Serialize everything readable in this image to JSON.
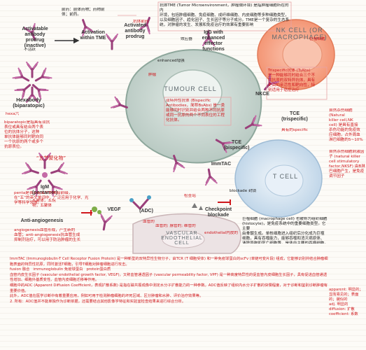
{
  "labels": {
    "activatable_prodrug": "Activatable\nantibody\nprodrug\n(inactive)",
    "activation_tme": "Activation\nwithin TME",
    "activated_prodrug": "Activated\nantibody\nprodrug",
    "igg_enhanced": "IgG with\nenhanced\neffector\nfunctions",
    "nk_cell": "NK CELL (OR\nMACROPHAGE)",
    "tumour_cell": "TUMOUR CELL",
    "hexabody": "Hexabody\n(biparatopic)",
    "nkce": "NKCE",
    "tce_trispecific": "TCE\n(trispecific)",
    "tce_bispecific": "TCE\n(bispecific)",
    "immtac": "ImmTAC",
    "t_cell": "T CELL",
    "five_chain": "“五节聚化物”",
    "igm_pentamer": "IgM\n(pentamer)",
    "vegf": "VEGF",
    "adc": "(ADC)",
    "checkpoint_blockade": "Checkpoint\nblockade",
    "anti_angiogenesis": "Anti-angiogenesis",
    "vascular_endothelial": "VASCULAR\nENDOTHELIAL\nCELL"
  },
  "annotations": {
    "top_left_zh": "前药：前体药物；药物前\n体；前药。",
    "inactive_zh": "不活跃",
    "antibody_prodrug_zh": "抗体前药",
    "effect_zh": "效应器",
    "enhanced_zh": "enhanced增强",
    "tumour_zh": "肿瘤",
    "hexa_zh": "hexa六",
    "tme_zh": "抗体TME (Tumor Microenvironment，肿瘤微环境) 是指肿瘤细胞所在的内\n环境，包括肿瘤细胞、免疫细胞、成纤维细胞、内皮细胞等多种细胞类型，\n以及细胞因子、趋化因子、生长因子等分子成分。TME是一个复杂的生态系\n统，对肿瘤的发生、发展和免疫治疗的效果有重要影响",
    "macrophage_zh": "巨噬细胞",
    "trispecific_zh": "Trispecific抗体 (TsAbs)\n是一种能够同时结合三个不\n同抗原的双特异抗体，具有\n更高的亲活性和靶向性，特\n别适用于癌症治疗",
    "bispecific_zh": "双特异性抗体 (Bispecific\nAntibodies，简称BsAbs) 是一类\n能够同时识别并结合两种不同抗原\n或同一抗原的两个不同表位的工程\n化抗体。",
    "natural_killer_zh": "自然杀伤细胞\n(Natural\nkiller cell,NK\ncell) 是具有直接\n杀伤功能的免疫效\n应细胞，占外周血\n淋巴细胞的5~10%",
    "specific_zh": "具有的specific",
    "nk_factor_zh": "自然杀伤细胞刺激因\n子 (natural killer\ncell stimulatory\nfactor,NKSF) 由B淋\n巴细胞产生，是免疫\n调节因子",
    "biparatopic_zh": "biparatopic是指具有双抗\n表位或具有结合两个表\n位的抗体分子，这种\n单抗体能够同时靶向同\n一个抗原的两个或多个\n抗原表位。",
    "pentamer_zh": "五聚体，五烷\n物，五聚体",
    "penta_zh": "penta是表示有五个的希腊前缀，\n在“五”的英文单词中，广泛应用于化学、光\n学等科学领域。",
    "blockade_zh": "blockade 封锁",
    "checkpoint_zh": "检查站",
    "macrophage_def_zh": "巨噬细胞 (macrophage cell) 也被称为组织细胞\n(histocyte)，是免疫系统中的重要细胞类型。它主要\n由骨髓生成。单核细胞进入组织后分化成为巨噬\n细胞，具有吞噬能力，能够吞噬和消灭病原体、\n清除异物和死亡细胞等，是体内主要的吞噬细胞。",
    "angiogenesis_zh": "angiogenesis血管形成，产生新的\n血管；anti-angiogenesis抗血管生成\n抑制剂治疗，可以用于防治肿瘤的生长",
    "vessel_zh": "血管的",
    "endothelial_zh": "endothelial内皮的",
    "vascular_word_zh": "血管的; 脉管的; 维管的"
  },
  "notes": {
    "p1": "ImmTAC (Immunoglobulin-T Cell Receptor Fusion Protein) 是一种新型的双特异性生物分子，由TCR (T 细胞受体) 和一种免疫球蛋白的scFv (单链可变片段) 组成，它能够识别并结合肿瘤细胞表面的特异性抗原，同时激活T细胞，引导T细胞对肿瘤细胞进行攻击。",
    "p2_a": "fusion 融合",
    "p2_b": "immunoglobulin 免疫球蛋白",
    "p2_c": "protein蛋白质",
    "p3": "血管内皮生长因子 (vascular endothelial growth factor, VEGF)，又称血管通透因子 (vascular permeability factor, VPF) 是一种高度特异性的促血管内皮细胞生长因子，具有促进血管通透性增加、细胞外基质变性、血管内皮细胞迁移等作用。",
    "p4": "细胞中的ADC (Apparent Diffusion Coefficient，表观扩散系数) 是指在磁共振成像中测定水分子扩散能力的一种参数。ADC值反映了组织内水分子扩散的快慢程度，对于诊断和鉴别诊断肿瘤有重要价值。",
    "p5": "此外，ADC值在医学诊断中有着重要应用，例如可用于检测肿瘤细胞的坏死区域、区分肿瘤和水肿、评价治疗效果等。",
    "p6": "2. 所有：ADC值并不能单独作为诊断依据，还需要结合其他影像学特征和实验室检查结果来进行综合分析。"
  },
  "side_notes": "apparent: 明显的；\n显而易见的；表面\n的；貌似的\nadj. 明显的\ndiffusion: 扩散\ncoefficient: 系数",
  "colors": {
    "tumour": "#cfdcd6",
    "nk": "#f6ad93",
    "t_cell": "#d8e6f3",
    "vascular": "#ece3e4",
    "antibody_pink": "#9a3f7a",
    "red": "#d0181d"
  }
}
